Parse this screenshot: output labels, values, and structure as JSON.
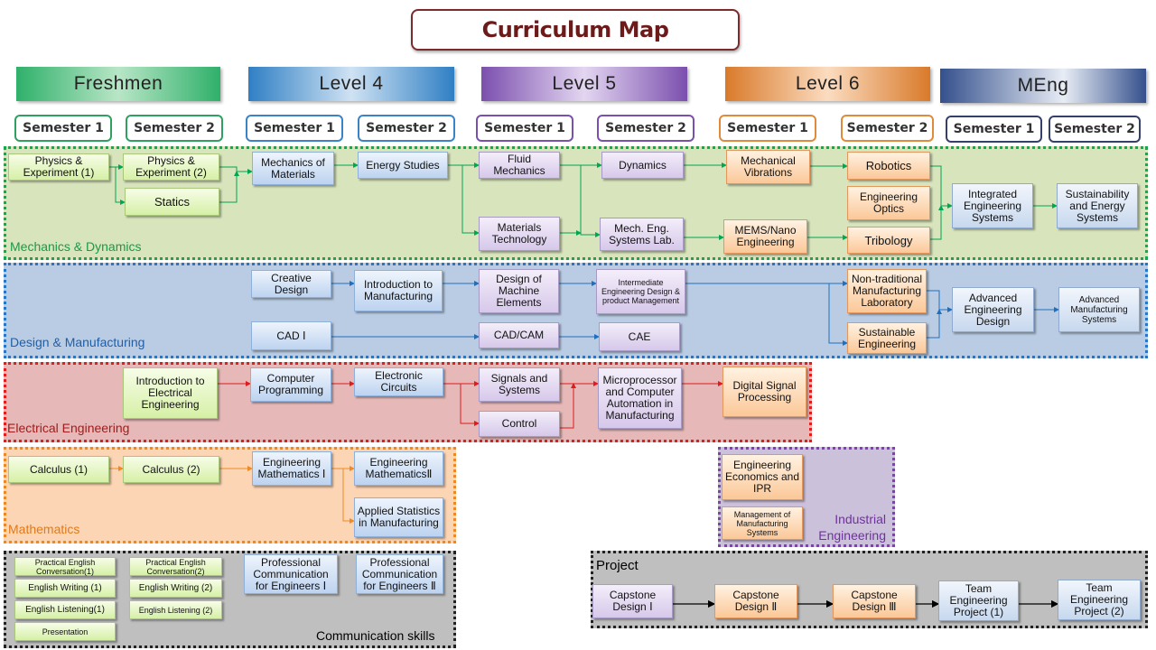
{
  "title": "Curriculum Map",
  "levels": {
    "freshmen": "Freshmen",
    "level4": "Level 4",
    "level5": "Level 5",
    "level6": "Level 6",
    "meng": "MEng"
  },
  "semesters": {
    "s1": "Semester 1",
    "s2": "Semester 2"
  },
  "bands": {
    "mechanics": "Mechanics & Dynamics",
    "design": "Design & Manufacturing",
    "electrical": "Electrical Engineering",
    "math": "Mathematics",
    "industrial": "Industrial Engineering",
    "project": "Project",
    "communication": "Communication skills"
  },
  "courses": {
    "physics1": "Physics & Experiment (1)",
    "physics2": "Physics & Experiment (2)",
    "statics": "Statics",
    "mech_materials": "Mechanics of Materials",
    "energy_studies": "Energy Studies",
    "fluid_mechanics": "Fluid Mechanics",
    "materials_tech": "Materials Technology",
    "dynamics": "Dynamics",
    "mech_eng_lab": "Mech. Eng. Systems Lab.",
    "mech_vibrations": "Mechanical Vibrations",
    "mems_nano": "MEMS/Nano Engineering",
    "robotics": "Robotics",
    "eng_optics": "Engineering Optics",
    "tribology": "Tribology",
    "integrated_eng": "Integrated Engineering Systems",
    "sustainability_energy": "Sustainability and Energy Systems",
    "creative_design": "Creative Design",
    "intro_manufacturing": "Introduction to Manufacturing",
    "design_machine": "Design of Machine Elements",
    "intermediate_eng": "Intermediate Engineering Design & product Management",
    "cad1": "CAD Ⅰ",
    "cad_cam": "CAD/CAM",
    "cae": "CAE",
    "nontrad_lab": "Non-traditional Manufacturing Laboratory",
    "sustainable_eng": "Sustainable Engineering",
    "adv_eng_design": "Advanced Engineering Design",
    "adv_manufacturing": "Advanced Manufacturing Systems",
    "intro_electrical": "Introduction to Electrical Engineering",
    "computer_prog": "Computer Programming",
    "electronic_circuits": "Electronic Circuits",
    "signals_systems": "Signals and Systems",
    "control": "Control",
    "microprocessor": "Microprocessor and Computer Automation in Manufacturing",
    "dsp": "Digital Signal Processing",
    "calculus1": "Calculus (1)",
    "calculus2": "Calculus (2)",
    "eng_math1": "Engineering Mathematics Ⅰ",
    "eng_math2": "Engineering MathematicsⅡ",
    "applied_stats": "Applied Statistics in Manufacturing",
    "eng_economics": "Engineering Economics and IPR",
    "mgmt_manufacturing": "Management of Manufacturing Systems",
    "capstone1": "Capstone Design Ⅰ",
    "capstone2": "Capstone Design Ⅱ",
    "capstone3": "Capstone Design Ⅲ",
    "team_project1": "Team Engineering Project (1)",
    "team_project2": "Team Engineering Project (2)",
    "pec1": "Practical English Conversation(1)",
    "pec2": "Practical English Conversation(2)",
    "ew1": "English Writing (1)",
    "ew2": "English Writing (2)",
    "el1": "English Listening(1)",
    "el2": "English Listening (2)",
    "presentation": "Presentation",
    "prof_comm1": "Professional Communication for Engineers Ⅰ",
    "prof_comm2": "Professional Communication for Engineers Ⅱ"
  },
  "colors": {
    "mechanics": "#00a651",
    "design": "#1f6fbf",
    "electrical": "#e01b1b",
    "math": "#f08a24",
    "industrial": "#7030a0",
    "project": "#000000"
  }
}
